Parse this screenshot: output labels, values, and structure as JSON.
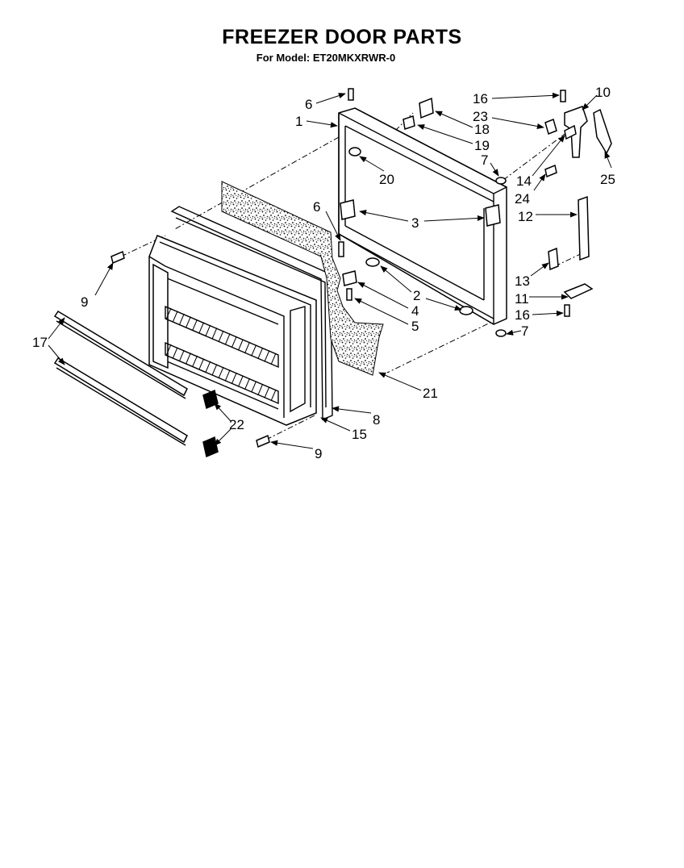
{
  "header": {
    "title": "FREEZER DOOR PARTS",
    "subtitle": "For Model: ET20MKXRWR-0"
  },
  "callouts": [
    {
      "id": "c6a",
      "label": "6"
    },
    {
      "id": "c1",
      "label": "1"
    },
    {
      "id": "c18",
      "label": "18"
    },
    {
      "id": "c19",
      "label": "19"
    },
    {
      "id": "c20",
      "label": "20"
    },
    {
      "id": "c16a",
      "label": "16"
    },
    {
      "id": "c23",
      "label": "23"
    },
    {
      "id": "c10",
      "label": "10"
    },
    {
      "id": "c7a",
      "label": "7"
    },
    {
      "id": "c14",
      "label": "14"
    },
    {
      "id": "c24",
      "label": "24"
    },
    {
      "id": "c25",
      "label": "25"
    },
    {
      "id": "c6b",
      "label": "6"
    },
    {
      "id": "c3",
      "label": "3"
    },
    {
      "id": "c12",
      "label": "12"
    },
    {
      "id": "c9a",
      "label": "9"
    },
    {
      "id": "c2",
      "label": "2"
    },
    {
      "id": "c4",
      "label": "4"
    },
    {
      "id": "c5",
      "label": "5"
    },
    {
      "id": "c13",
      "label": "13"
    },
    {
      "id": "c11",
      "label": "11"
    },
    {
      "id": "c16b",
      "label": "16"
    },
    {
      "id": "c7b",
      "label": "7"
    },
    {
      "id": "c17",
      "label": "17"
    },
    {
      "id": "c21",
      "label": "21"
    },
    {
      "id": "c22",
      "label": "22"
    },
    {
      "id": "c8",
      "label": "8"
    },
    {
      "id": "c15",
      "label": "15"
    },
    {
      "id": "c9b",
      "label": "9"
    }
  ]
}
